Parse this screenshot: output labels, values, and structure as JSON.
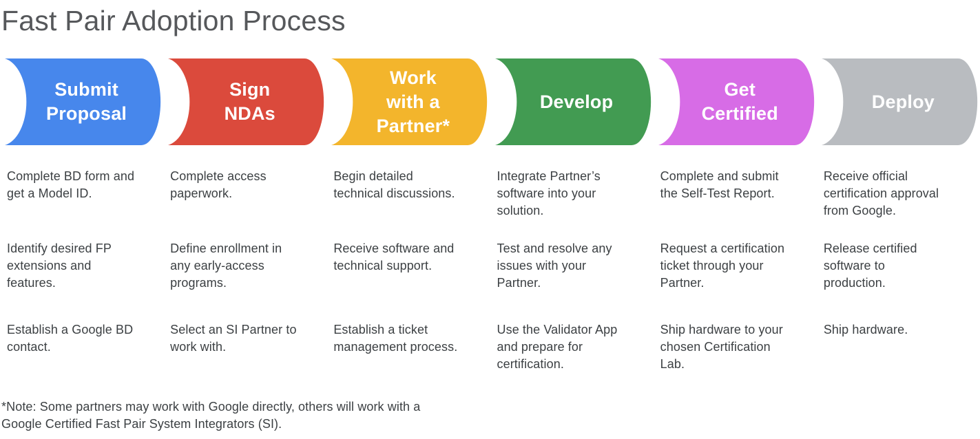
{
  "title": "Fast Pair Adoption Process",
  "note": "*Note: Some partners may work with Google directly, others will work with a\nGoogle Certified Fast Pair System Integrators (SI).",
  "stages": [
    {
      "label": "Submit\nProposal",
      "color": "#4787EC",
      "items": [
        "Complete BD form and\nget a Model ID.",
        "Identify desired FP\nextensions and\nfeatures.",
        "Establish a Google BD\ncontact."
      ]
    },
    {
      "label": "Sign\nNDAs",
      "color": "#DB4A3C",
      "items": [
        "Complete access\npaperwork.",
        "Define enrollment in\nany early-access\nprograms.",
        "Select an SI Partner to\nwork with."
      ]
    },
    {
      "label": "Work\nwith a\nPartner*",
      "color": "#F3B52C",
      "items": [
        "Begin detailed\ntechnical discussions.",
        "Receive software and\ntechnical support.",
        "Establish a ticket\nmanagement process."
      ]
    },
    {
      "label": "Develop",
      "color": "#429B52",
      "items": [
        "Integrate Partner’s\nsoftware into your\nsolution.",
        "Test and resolve any\nissues with your\nPartner.",
        "Use the Validator App\nand prepare for\ncertification."
      ]
    },
    {
      "label": "Get\nCertified",
      "color": "#D76CE6",
      "items": [
        "Complete and submit\nthe Self-Test Report.",
        "Request a certification\nticket through your\nPartner.",
        "Ship hardware to your\nchosen Certification\nLab."
      ]
    },
    {
      "label": "Deploy",
      "color": "#B9BCC0",
      "items": [
        "Receive official\ncertification approval\nfrom Google.",
        "Release certified\nsoftware to\nproduction.",
        "Ship hardware."
      ]
    }
  ]
}
